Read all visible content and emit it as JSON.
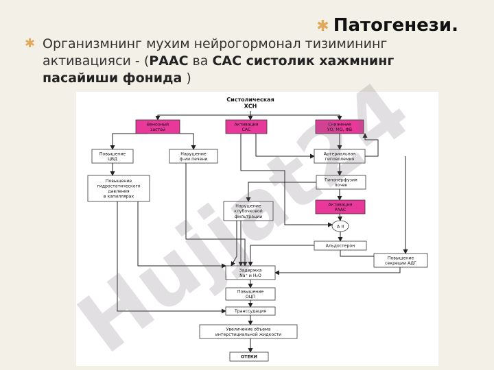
{
  "slide": {
    "title": "Патогенези.",
    "bullet_plain1": "Организмнинг мухим нейрогормонал тизимининг активацияси  - (",
    "bullet_bold1": "РААС",
    "bullet_plain2": " ва ",
    "bullet_bold2": "САС систолик хажмнинг пасайиши фонида",
    "bullet_plain3": " )"
  },
  "watermark": {
    "text": "Hujjat24"
  },
  "diagram": {
    "top_node": [
      "Систолическая",
      "ХСН"
    ],
    "venous": [
      "Венозный",
      "застой"
    ],
    "sas": [
      "Активация",
      "САС"
    ],
    "reduction": [
      "Снижение",
      "УО, МО, ФВ"
    ],
    "cvd": [
      "Повышение",
      "ЦВД"
    ],
    "liver": [
      "Нарушение",
      "ф-ии печени"
    ],
    "hypotension": [
      "Артериальная",
      "гиповолемия"
    ],
    "hydrostatic": [
      "Повышение",
      "гидростатического",
      "давления",
      "в капиллярах"
    ],
    "hypoperfusion": [
      "Гипоперфузия",
      "почек"
    ],
    "glomerular": [
      "Нарушение",
      "клубочковой",
      "фильтрации"
    ],
    "raas": [
      "Активация",
      "РААС"
    ],
    "a2": "A II",
    "aldosterone": "Альдостерон",
    "adh": [
      "Повышение",
      "секреции АДГ"
    ],
    "retention": [
      "Задержка",
      "Na⁺ и H₂O"
    ],
    "ocp": [
      "Повышение",
      "ОЦП"
    ],
    "transudation": "Транссудация",
    "fluid": [
      "Увеличение объема",
      "интерстициальной жидкости"
    ],
    "edema": "ОТЕКИ",
    "colors": {
      "pink": "#e8389a",
      "box": "#ffffff",
      "stroke": "#333333"
    }
  }
}
